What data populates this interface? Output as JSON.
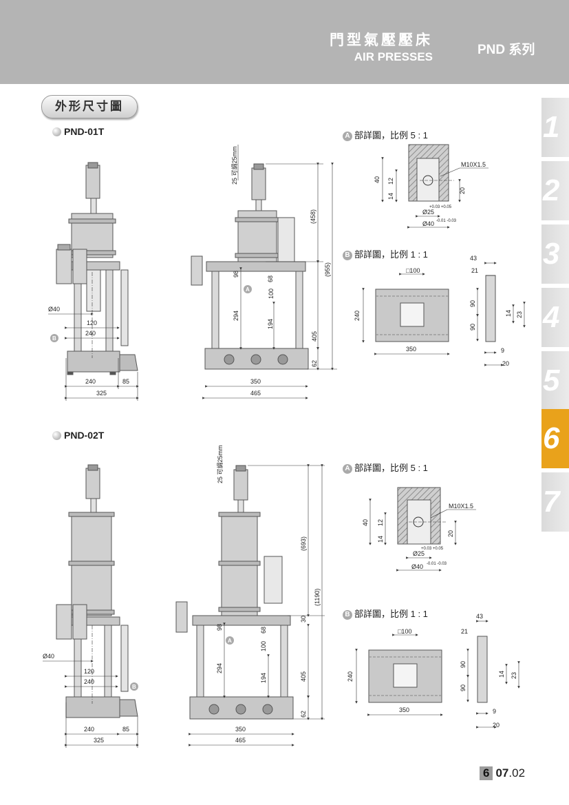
{
  "header": {
    "title_cn": "門型氣壓壓床",
    "title_en": "AIR PRESSES",
    "series": "PND 系列"
  },
  "section_title": "外形尺寸圖",
  "side_tabs": [
    {
      "label": "1",
      "active": false
    },
    {
      "label": "2",
      "active": false
    },
    {
      "label": "3",
      "active": false
    },
    {
      "label": "4",
      "active": false
    },
    {
      "label": "5",
      "active": false
    },
    {
      "label": "6",
      "active": true
    },
    {
      "label": "7",
      "active": false
    }
  ],
  "colors": {
    "header_bg": "#b4b4b4",
    "active_tab": "#e9a21b",
    "inactive_tab": "#e2e2e2"
  },
  "models": [
    {
      "name": "PND-01T",
      "front": {
        "d40": "Ø40",
        "d120": "120",
        "d240": "240",
        "b240": "240",
        "b85": "85",
        "w325": "325",
        "mark": "B"
      },
      "side": {
        "adj": "25 可調25mm",
        "h458": "(458)",
        "h955": "(955)",
        "v98": "98",
        "v68": "68",
        "v100": "100",
        "v294": "294",
        "v194": "194",
        "v405": "405",
        "v62": "62",
        "w350": "350",
        "w465": "465",
        "mark": "A"
      },
      "detail_a": {
        "title": "部詳圖，比例 5 : 1",
        "letter": "A",
        "thread": "M10X1.5",
        "d40": "40",
        "d14": "14",
        "d12": "12",
        "d20": "20",
        "tol1": "+0.03\n+0.05",
        "d25": "Ø25",
        "d40b": "Ø40",
        "tol2": "-0.01\n-0.03"
      },
      "detail_b": {
        "title": "部詳圖，比例 1 : 1",
        "letter": "B",
        "sq": "□100",
        "d240": "240",
        "d350": "350",
        "s43": "43",
        "s21": "21",
        "s90a": "90",
        "s90b": "90",
        "s14": "14",
        "s23": "23",
        "s9": "9",
        "s20": "20"
      }
    },
    {
      "name": "PND-02T",
      "front": {
        "d40": "Ø40",
        "d120": "120",
        "d240": "240",
        "b240": "240",
        "b85": "85",
        "w325": "325",
        "mark": "B"
      },
      "side": {
        "adj": "25 可調25mm",
        "h693": "(693)",
        "h1190": "(1190)",
        "v30": "30",
        "v98": "98",
        "v68": "68",
        "v100": "100",
        "v294": "294",
        "v194": "194",
        "v405": "405",
        "v62": "62",
        "w350": "350",
        "w465": "465",
        "mark": "A"
      },
      "detail_a": {
        "title": "部詳圖，比例 5 : 1",
        "letter": "A",
        "thread": "M10X1.5",
        "d40": "40",
        "d14": "14",
        "d12": "12",
        "d20": "20",
        "tol1": "+0.03\n+0.05",
        "d25": "Ø25",
        "d40b": "Ø40",
        "tol2": "-0.01\n-0.03"
      },
      "detail_b": {
        "title": "部詳圖，比例 1 : 1",
        "letter": "B",
        "sq": "□100",
        "d240": "240",
        "d350": "350",
        "s43": "43",
        "s21": "21",
        "s90a": "90",
        "s90b": "90",
        "s14": "14",
        "s23": "23",
        "s9": "9",
        "s20": "20"
      }
    }
  ],
  "footer": {
    "page": "6",
    "rev_main": "07",
    "rev_sub": ".02"
  }
}
